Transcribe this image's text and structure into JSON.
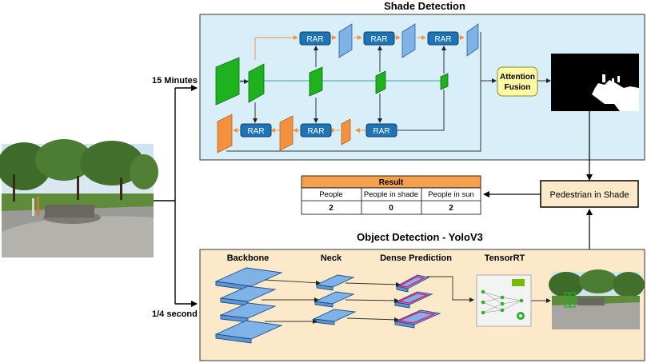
{
  "shade_section": {
    "title": "Shade Detection",
    "rar_label": "RAR",
    "attention_label_line1": "Attention",
    "attention_label_line2": "Fusion"
  },
  "object_section": {
    "title": "Object Detection - YoloV3",
    "stage_backbone": "Backbone",
    "stage_neck": "Neck",
    "stage_dense": "Dense Prediction",
    "stage_tensorrt": "TensorRT"
  },
  "timing": {
    "top_label": "15 Minutes",
    "bottom_label": "1/4 second"
  },
  "pedestrian_box": {
    "label": "Pedestrian in Shade"
  },
  "result_table": {
    "title": "Result",
    "headers": [
      "People",
      "People in shade",
      "People in sun"
    ],
    "values": [
      "2",
      "0",
      "2"
    ]
  },
  "colors": {
    "shade_bg": "#d8effa",
    "object_bg": "#fbe9c9",
    "rar_blue": "#1f73b7",
    "green": "#1fb21f",
    "orange": "#f4913f",
    "light_blue": "#7fb2e6",
    "attention_yellow": "#fffaa3",
    "table_header": "#f5a04f"
  }
}
